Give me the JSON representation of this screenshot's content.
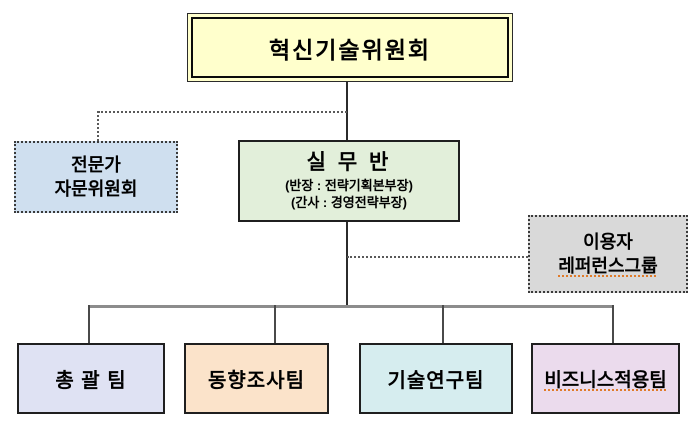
{
  "org_chart": {
    "root": {
      "label": "혁신기술위원회",
      "bg": "#ffffcc"
    },
    "working_group": {
      "title": "실 무 반",
      "subtitle1": "(반장 : 전략기획본부장)",
      "subtitle2": "(간사 : 경영전략부장)",
      "bg": "#e2efda"
    },
    "advisory": {
      "line1": "전문가",
      "line2": "자문위원회",
      "bg": "#cfdfef"
    },
    "user_reference": {
      "line1": "이용자",
      "line2": "레퍼런스그룹",
      "bg": "#d9d9d9"
    },
    "teams": [
      {
        "label": "총 괄 팀",
        "bg": "#dfe2f3"
      },
      {
        "label": "동향조사팀",
        "bg": "#fbe3ca"
      },
      {
        "label": "기술연구팀",
        "bg": "#d6edef"
      },
      {
        "label": "비즈니스적용팀",
        "bg": "#ebdbed"
      }
    ],
    "line_colors": {
      "solid": "#2b2b2b",
      "connector": "#8c8c8c",
      "dotted": "#595959",
      "spellcheck_underline": "#e07b2a"
    }
  }
}
